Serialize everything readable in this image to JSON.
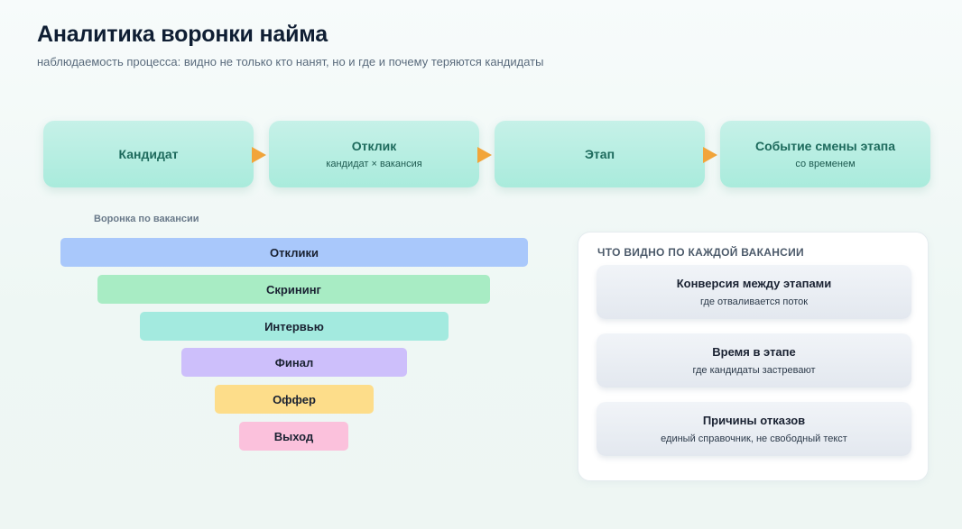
{
  "header": {
    "title": "Аналитика воронки найма",
    "subtitle": "наблюдаемость процесса: видно не только кто нанят, но и где и почему теряются кандидаты"
  },
  "flow": [
    {
      "title": "Кандидат",
      "sub": ""
    },
    {
      "title": "Отклик",
      "sub": "кандидат × вакансия"
    },
    {
      "title": "Этап",
      "sub": ""
    },
    {
      "title": "Событие смены этапа",
      "sub": "со временем"
    }
  ],
  "funnel": {
    "label": "Воронка по вакансии",
    "stages": [
      {
        "label": "Отклики",
        "color": "#a9c8fb"
      },
      {
        "label": "Скрининг",
        "color": "#a8ecc4"
      },
      {
        "label": "Интервью",
        "color": "#a3eadf"
      },
      {
        "label": "Финал",
        "color": "#cdbffb"
      },
      {
        "label": "Оффер",
        "color": "#fddd8a"
      },
      {
        "label": "Выход",
        "color": "#fbc1dc"
      }
    ]
  },
  "panel": {
    "title": "ЧТО ВИДНО ПО КАЖДОЙ ВАКАНСИИ",
    "cards": [
      {
        "title": "Конверсия между этапами",
        "sub": "где отваливается поток"
      },
      {
        "title": "Время в этапе",
        "sub": "где кандидаты застревают"
      },
      {
        "title": "Причины отказов",
        "sub": "единый справочник, не свободный текст"
      }
    ]
  },
  "colors": {
    "flow_box": "#b2eddf",
    "arrow": "#f2a53a",
    "title": "#0f1e33"
  }
}
